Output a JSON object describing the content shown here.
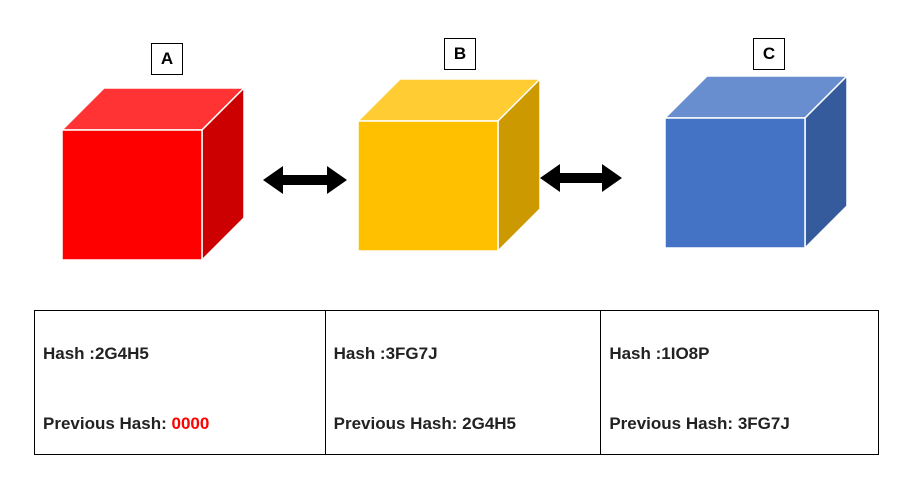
{
  "blocks": [
    {
      "label": "A",
      "hash_line": "Hash :2G4H5",
      "prev_prefix": "Previous Hash: ",
      "prev_value": "0000",
      "colors": {
        "front": "#ff0000",
        "top": "#ff3333",
        "side": "#cc0000"
      }
    },
    {
      "label": "B",
      "hash_line": "Hash :3FG7J",
      "prev_prefix": "Previous Hash: ",
      "prev_value": "2G4H5",
      "colors": {
        "front": "#ffc000",
        "top": "#ffcd33",
        "side": "#cc9a00"
      }
    },
    {
      "label": "C",
      "hash_line": "Hash :1IO8P",
      "prev_prefix": "Previous Hash: ",
      "prev_value": "3FG7J",
      "colors": {
        "front": "#4472c4",
        "top": "#698ecf",
        "side": "#365b9d"
      }
    }
  ],
  "connector": {
    "type": "double-arrow",
    "color": "#000000"
  },
  "genesis_highlight_color": "#ff0000"
}
